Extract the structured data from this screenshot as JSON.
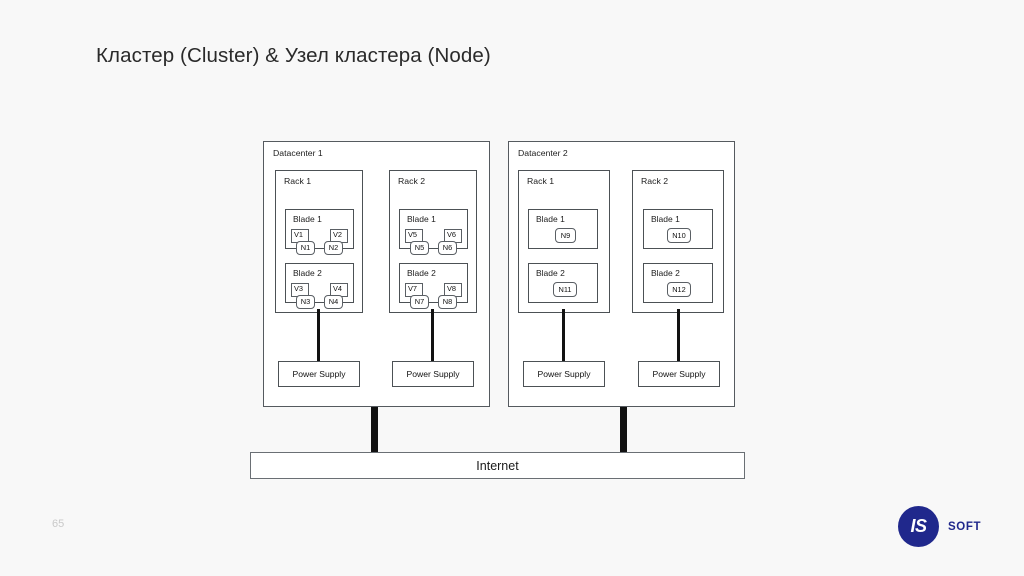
{
  "slide": {
    "title": "Кластер (Cluster) & Узел кластера (Node)",
    "page_number": "65",
    "background_color": "#f8f8f8"
  },
  "logo": {
    "mark_text": "IS",
    "word_text": "SOFT",
    "brand_color": "#20288c"
  },
  "diagram": {
    "type": "infrastructure-topology",
    "internet_label": "Internet",
    "datacenters": [
      {
        "label": "Datacenter 1",
        "racks": [
          {
            "label": "Rack 1",
            "psu_label": "Power Supply",
            "blades": [
              {
                "label": "Blade 1",
                "vms": [
                  "V1",
                  "V2"
                ],
                "nodes": [
                  "N1",
                  "N2"
                ]
              },
              {
                "label": "Blade 2",
                "vms": [
                  "V3",
                  "V4"
                ],
                "nodes": [
                  "N3",
                  "N4"
                ]
              }
            ]
          },
          {
            "label": "Rack 2",
            "psu_label": "Power Supply",
            "blades": [
              {
                "label": "Blade 1",
                "vms": [
                  "V5",
                  "V6"
                ],
                "nodes": [
                  "N5",
                  "N6"
                ]
              },
              {
                "label": "Blade 2",
                "vms": [
                  "V7",
                  "V8"
                ],
                "nodes": [
                  "N7",
                  "N8"
                ]
              }
            ]
          }
        ]
      },
      {
        "label": "Datacenter 2",
        "racks": [
          {
            "label": "Rack 1",
            "psu_label": "Power Supply",
            "blades": [
              {
                "label": "Blade 1",
                "vms": [],
                "nodes": [
                  "N9"
                ]
              },
              {
                "label": "Blade 2",
                "vms": [],
                "nodes": [
                  "N11"
                ]
              }
            ]
          },
          {
            "label": "Rack 2",
            "psu_label": "Power Supply",
            "blades": [
              {
                "label": "Blade 1",
                "vms": [],
                "nodes": [
                  "N10"
                ]
              },
              {
                "label": "Blade 2",
                "vms": [],
                "nodes": [
                  "N12"
                ]
              }
            ]
          }
        ]
      }
    ]
  }
}
